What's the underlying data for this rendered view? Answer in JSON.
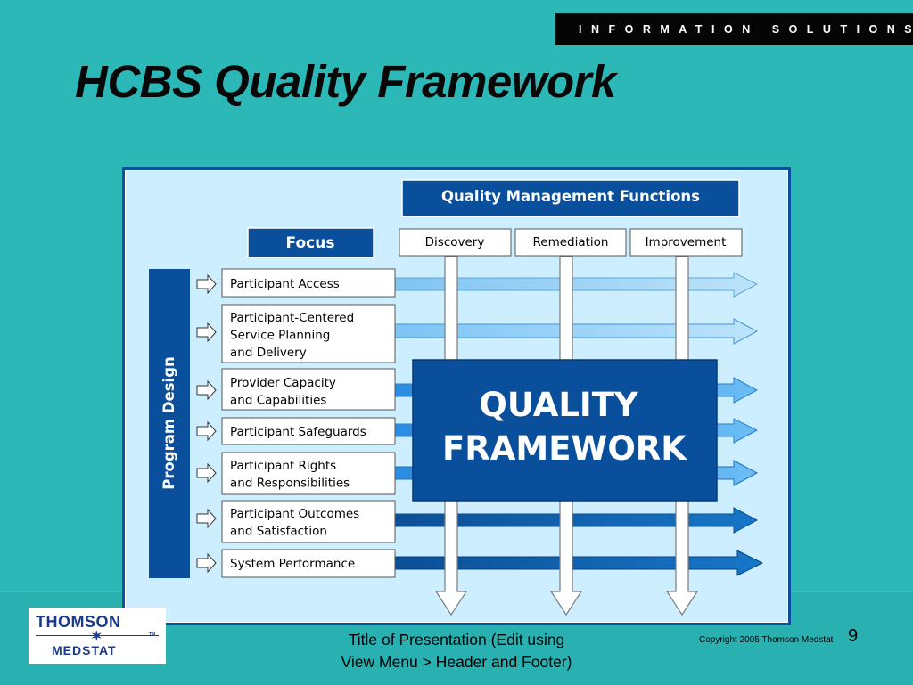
{
  "header": {
    "company": "INFORMATION SOLUTIONS"
  },
  "slide": {
    "title": "HCBS Quality Framework"
  },
  "diagram": {
    "functions_header": "Quality Management Functions",
    "focus_label": "Focus",
    "functions": [
      "Discovery",
      "Remediation",
      "Improvement"
    ],
    "side_label": "Program Design",
    "center_label": [
      "QUALITY",
      "FRAMEWORK"
    ],
    "focus_areas": [
      {
        "lines": [
          "Participant Access"
        ]
      },
      {
        "lines": [
          "Participant-Centered",
          "Service Planning",
          "and Delivery"
        ]
      },
      {
        "lines": [
          "Provider Capacity",
          "and Capabilities"
        ]
      },
      {
        "lines": [
          "Participant Safeguards"
        ]
      },
      {
        "lines": [
          "Participant Rights",
          "and Responsibilities"
        ]
      },
      {
        "lines": [
          "Participant Outcomes",
          "and Satisfaction"
        ]
      },
      {
        "lines": [
          "System Performance"
        ]
      }
    ]
  },
  "colors": {
    "background": "#2db8b8",
    "panel": "#cceeff",
    "navy": "#0a4f9c",
    "arrow_light": "#9fd3f7",
    "arrow_dark": "#0e5ea8"
  },
  "footer": {
    "logo_top": "THOMSON",
    "logo_bottom": "MEDSTAT",
    "logo_tm": "TM",
    "title_line1": "Title of Presentation (Edit using",
    "title_line2": "View Menu > Header and Footer)",
    "copyright": "Copyright 2005 Thomson Medstat",
    "page_number": "9"
  }
}
